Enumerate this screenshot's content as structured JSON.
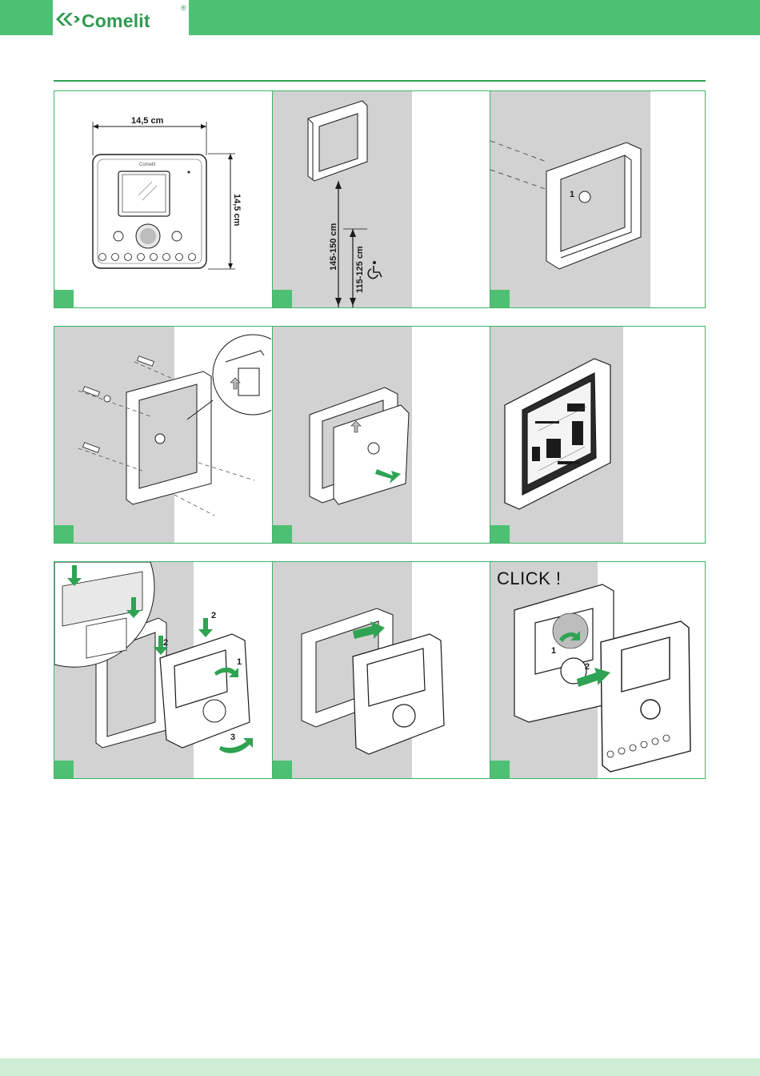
{
  "header": {
    "brand": "Comelit",
    "registered": "®",
    "bar_color": "#4ec073"
  },
  "panels": [
    {
      "id": 1,
      "labels": {
        "width": "14,5 cm",
        "height": "14,5 cm",
        "device_brand": "Comelit"
      }
    },
    {
      "id": 2,
      "labels": {
        "height_standard": "145-150 cm",
        "height_accessible": "115-125 cm"
      },
      "icons": [
        "wheelchair-icon"
      ]
    },
    {
      "id": 3,
      "labels": {
        "callout": "1"
      }
    },
    {
      "id": 4,
      "labels": {}
    },
    {
      "id": 5,
      "labels": {}
    },
    {
      "id": 6,
      "labels": {}
    },
    {
      "id": 7,
      "labels": {
        "step1": "1",
        "step2a": "2",
        "step2b": "2",
        "step3": "3"
      }
    },
    {
      "id": 8,
      "labels": {}
    },
    {
      "id": 9,
      "labels": {
        "click": "CLICK !",
        "step1": "1",
        "step2": "2"
      }
    }
  ],
  "colors": {
    "accent_green": "#4ec073",
    "panel_gray": "#d2d2d2",
    "arrow_green": "#2fa353",
    "footer": "#cdeed4"
  }
}
